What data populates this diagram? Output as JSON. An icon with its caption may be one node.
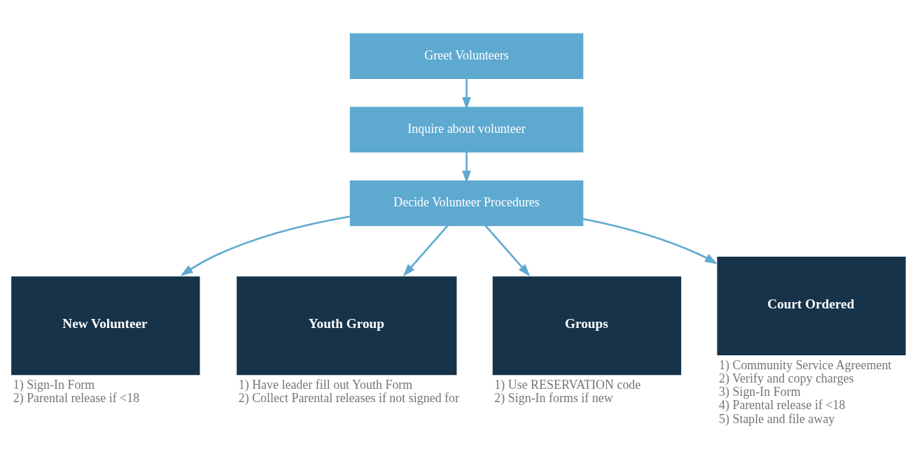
{
  "diagram": {
    "nodes": [
      {
        "text": [
          "Greet Volunteers"
        ]
      },
      {
        "text": [
          "Inquire about volunteer"
        ]
      },
      {
        "text": [
          "Decide Volunteer Procedures"
        ]
      },
      {
        "text": [
          "New Volunteer"
        ],
        "beside": [
          "1) Sign-In Form",
          "2) Parental release if <18"
        ]
      },
      {
        "text": [
          "Youth Group"
        ],
        "beside": [
          "1) Have leader fill out Youth Form",
          "2) Collect Parental releases if not signed for"
        ]
      },
      {
        "text": [
          "Groups"
        ],
        "beside": [
          "1) Use RESERVATION code",
          "2) Sign-In forms if new"
        ]
      },
      {
        "text": [
          "Court Ordered"
        ],
        "beside": [
          "1) Community Service Agreement",
          "2) Verify and copy charges",
          "3) Sign-In Form",
          "4) Parental release if <18",
          "5) Staple and file away"
        ]
      }
    ],
    "edges": [
      {
        "from": 0,
        "to": 1,
        "arrow": "to"
      },
      {
        "from": 1,
        "to": 2,
        "arrow": "to"
      },
      {
        "from": 2,
        "to": 3,
        "arrow": "to"
      },
      {
        "from": 2,
        "to": 4,
        "arrow": "to"
      },
      {
        "from": 2,
        "to": 5,
        "arrow": "to"
      },
      {
        "from": 2,
        "to": 6,
        "arrow": "to"
      }
    ]
  }
}
